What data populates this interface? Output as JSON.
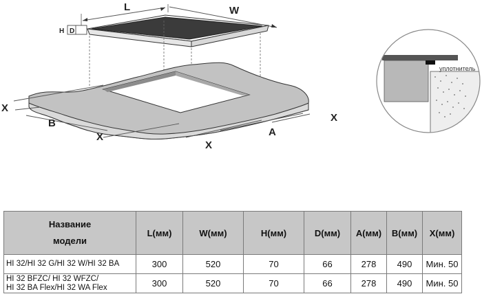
{
  "diagram": {
    "labels": {
      "L": "L",
      "W": "W",
      "H": "H",
      "D": "D",
      "A": "A",
      "B": "B",
      "X": "X"
    },
    "seal_label": "уплотнитель"
  },
  "table": {
    "headers": {
      "name_line1": "Название",
      "name_line2": "модели",
      "L": "L(мм)",
      "W": "W(мм)",
      "H": "H(мм)",
      "D": "D(мм)",
      "A": "A(мм)",
      "B": "B(мм)",
      "X": "X(мм)"
    },
    "rows": [
      {
        "model_line1": "HI 32/HI 32 G/HI 32 W/HI 32 BA",
        "model_line2": "",
        "L": "300",
        "W": "520",
        "H": "70",
        "D": "66",
        "A": "278",
        "B": "490",
        "X": "Мин. 50"
      },
      {
        "model_line1": "HI 32 BFZC/ HI 32 WFZC/",
        "model_line2": "HI 32 BA Flex/HI 32 WA Flex",
        "L": "300",
        "W": "520",
        "H": "70",
        "D": "66",
        "A": "278",
        "B": "490",
        "X": "Мин. 50"
      }
    ]
  }
}
